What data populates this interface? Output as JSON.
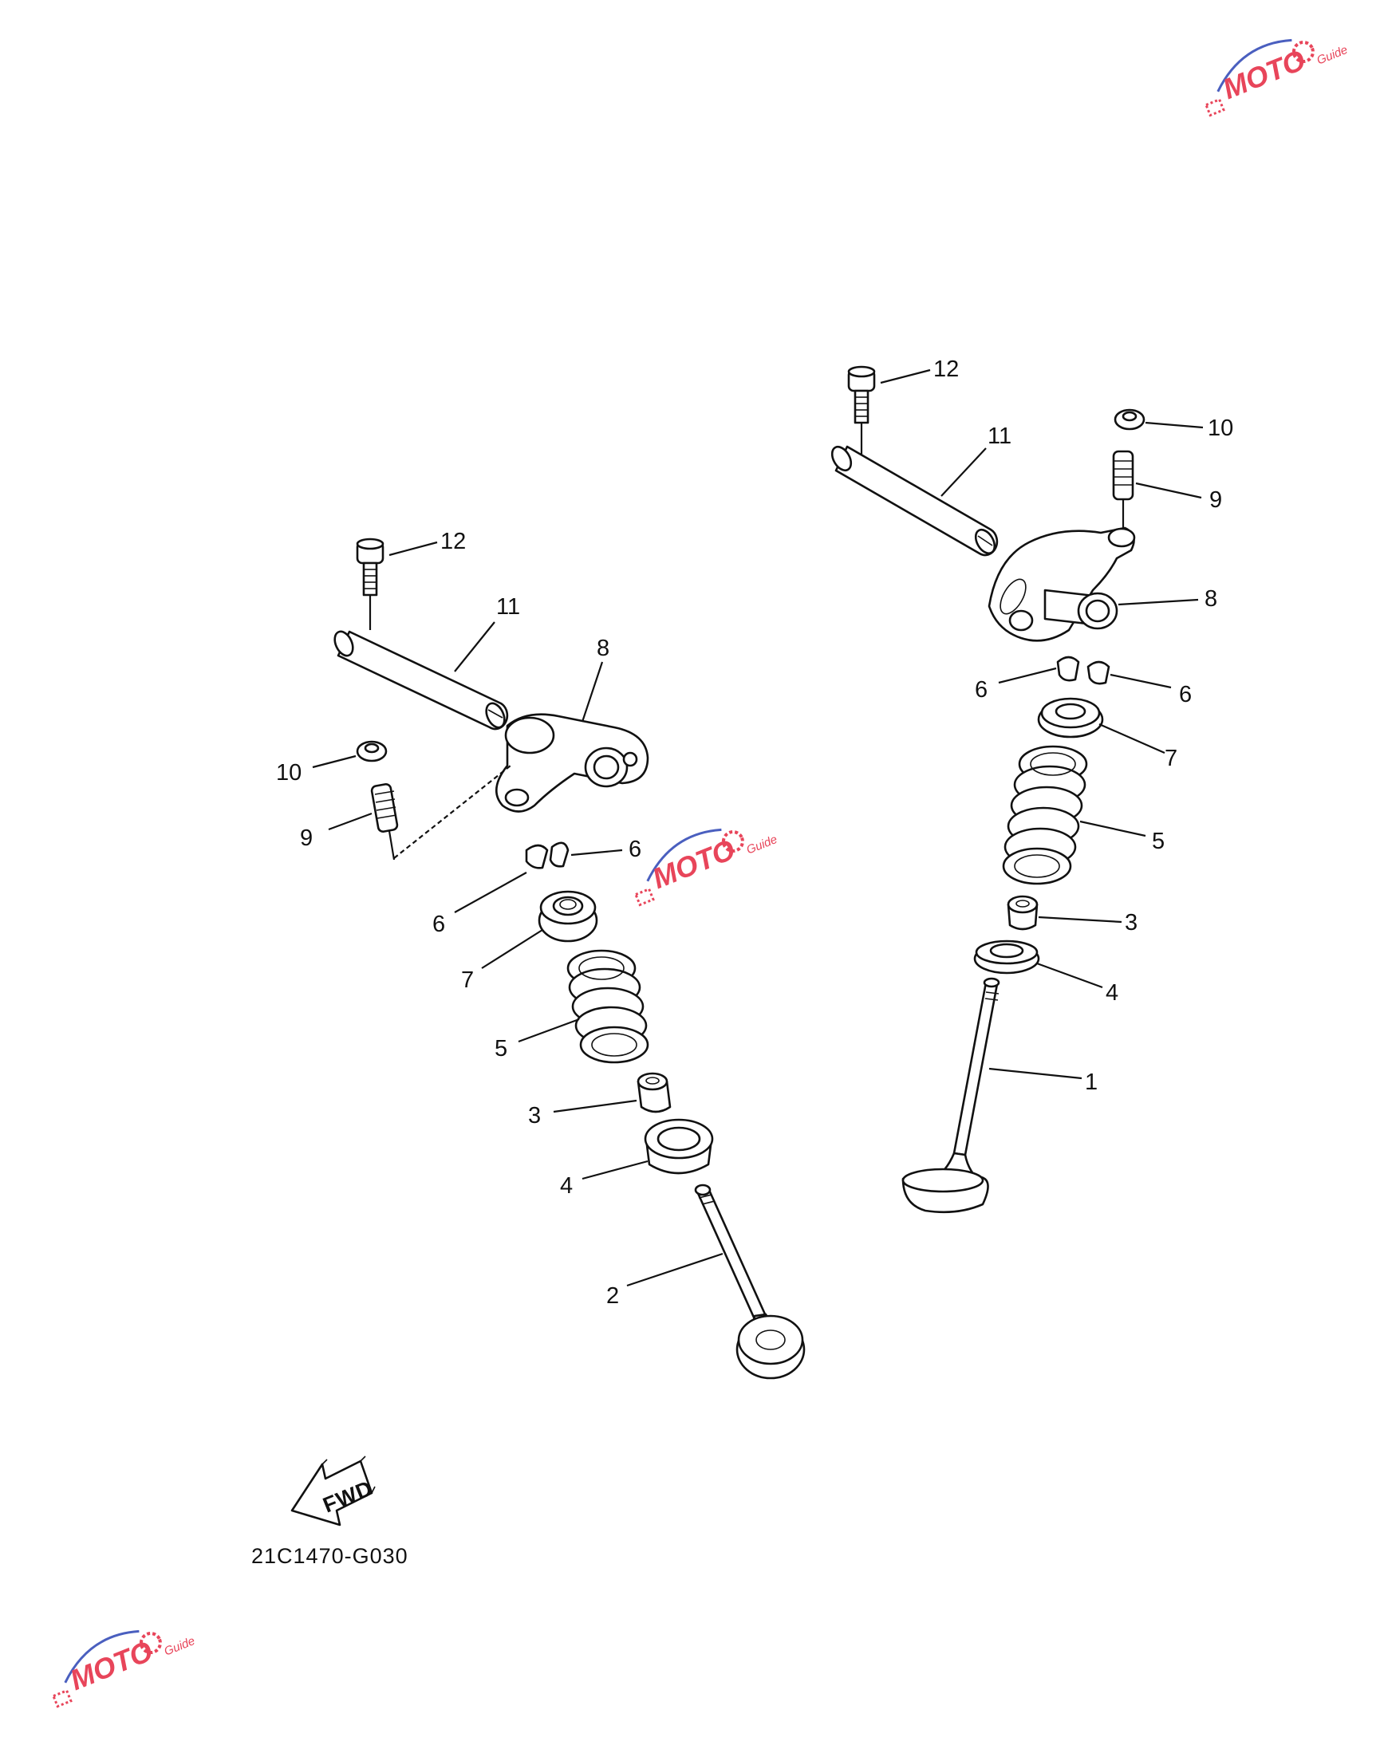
{
  "diagram": {
    "drawing_code": "21C1470-G030",
    "fwd_label": "FWD",
    "watermark": {
      "brand": "MOTO",
      "sub": "Guide",
      "color": "#e8455a",
      "accent": "#4a5fbf"
    },
    "left_assembly_labels": {
      "p12": "12",
      "p11": "11",
      "p8": "8",
      "p10": "10",
      "p9": "9",
      "p6a": "6",
      "p6b": "6",
      "p7": "7",
      "p5": "5",
      "p3": "3",
      "p4": "4",
      "p2": "2"
    },
    "right_assembly_labels": {
      "p12": "12",
      "p11": "11",
      "p10": "10",
      "p9": "9",
      "p8": "8",
      "p6a": "6",
      "p6b": "6",
      "p7": "7",
      "p5": "5",
      "p3": "3",
      "p4": "4",
      "p1": "1"
    }
  }
}
